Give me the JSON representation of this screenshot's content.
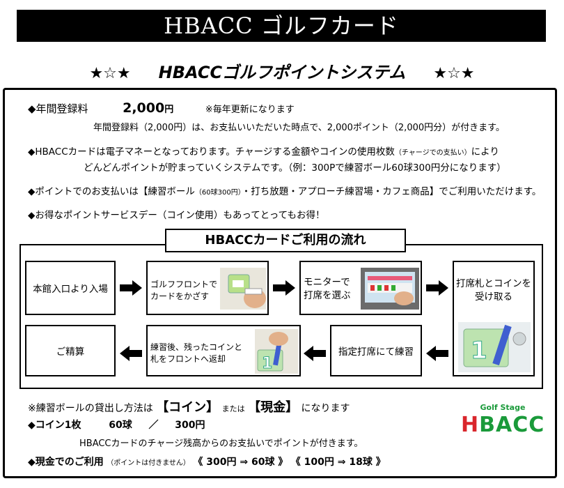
{
  "banner": "HBACC ゴルフカード",
  "subtitle": {
    "stars_left": "★☆★",
    "main": "HBACCゴルフポイントシステム",
    "stars_right": "★☆★"
  },
  "fee": {
    "label": "◆年間登録料",
    "amount": "2,000",
    "unit": "円",
    "note": "※毎年更新になります",
    "desc": "年間登録料（2,000円）は、お支払いいただいた時点で、2,000ポイント（2,000円分）が付きます。"
  },
  "card": {
    "line1a": "◆HBACCカードは電子マネーとなっております。チャージする金額やコインの使用枚数",
    "line1b": "（チャージでの支払い）",
    "line1c": "により",
    "line2": "どんどんポイントが貯まっていくシステムです。（例：300Pで練習ボール60球300円分になります）"
  },
  "points": {
    "a": "◆ポイントでのお支払いは【練習ボール",
    "b": "（60球300円）",
    "c": "・打ち放題・アプローチ練習場・カフェ商品】でご利用いただけます。"
  },
  "service": "◆お得なポイントサービスデー（コイン使用）もあってとってもお得！",
  "flow": {
    "title": "HBACCカードご利用の流れ",
    "steps": [
      "本館入口より入場",
      "ゴルフフロントで\nカードをかざす",
      "モニターで\n打席を選ぶ",
      "打席札とコインを\n受け取る",
      "指定打席にて練習",
      "練習後、残ったコインと\n札をフロントへ返却",
      "ご精算"
    ]
  },
  "rental": {
    "a": "※練習ボールの貸出し方法は",
    "coin": "【コイン】",
    "or": "または",
    "cash": "【現金】",
    "b": "になります"
  },
  "coin_line": {
    "label": "◆コイン1枚",
    "balls": "60球",
    "sep": "／",
    "price": "300円"
  },
  "coin_note": "HBACCカードのチャージ残高からのお支払いでポイントが付きます。",
  "cash_line": {
    "label": "◆現金でのご利用",
    "note": "（ポイントは付きません）",
    "opt1": "《 300円 ⇒ 60球 》",
    "opt2": "《 100円 ⇒ 18球 》"
  },
  "logo": {
    "top": "Golf Stage",
    "name": "HBACC"
  },
  "photo_digit": "1",
  "colors": {
    "logo_green": "#1a9a3a",
    "logo_red": "#d9262c"
  }
}
